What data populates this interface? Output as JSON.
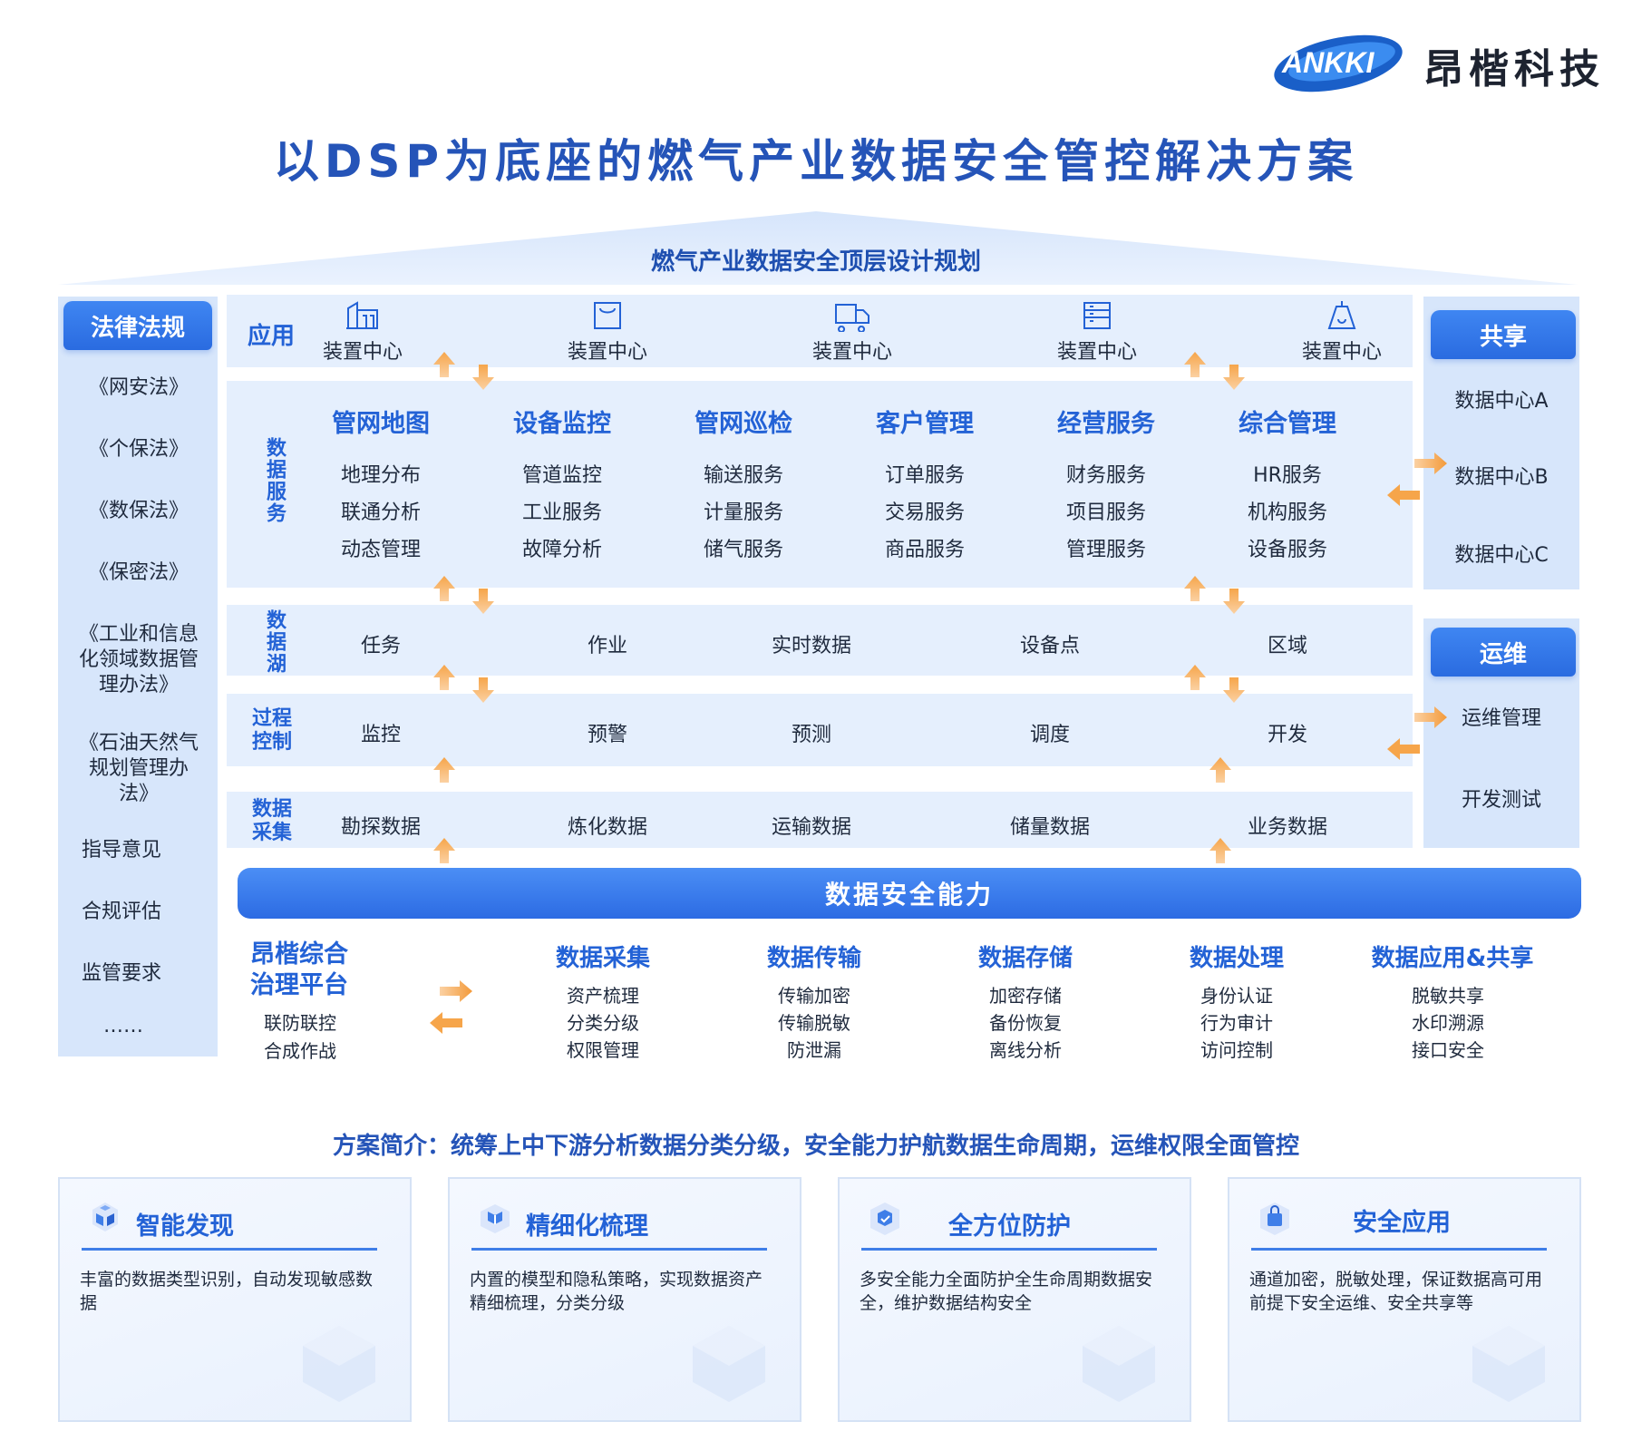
{
  "brand": {
    "logo_text": "ANKKI",
    "name": "昂楷科技"
  },
  "title": "以DSP为底座的燃气产业数据安全管控解决方案",
  "roof_title": "燃气产业数据安全顶层设计规划",
  "laws": {
    "header": "法律法规",
    "items": [
      "《网安法》",
      "《个保法》",
      "《数保法》",
      "《保密法》",
      "《工业和信息化领域数据管理办法》",
      "《石油天然气规划管理办法》",
      "指导意见",
      "合规评估",
      "监管要求",
      "……"
    ]
  },
  "app_layer": {
    "label": "应用",
    "items": [
      {
        "label": "装置中心",
        "icon": "building-icon"
      },
      {
        "label": "装置中心",
        "icon": "bag-icon"
      },
      {
        "label": "装置中心",
        "icon": "truck-icon"
      },
      {
        "label": "装置中心",
        "icon": "cabinet-icon"
      },
      {
        "label": "装置中心",
        "icon": "gas-tank-icon"
      }
    ]
  },
  "data_services": {
    "label": "数据服务",
    "columns": [
      {
        "title": "管网地图",
        "items": [
          "地理分布",
          "联通分析",
          "动态管理"
        ]
      },
      {
        "title": "设备监控",
        "items": [
          "管道监控",
          "工业服务",
          "故障分析"
        ]
      },
      {
        "title": "管网巡检",
        "items": [
          "输送服务",
          "计量服务",
          "储气服务"
        ]
      },
      {
        "title": "客户管理",
        "items": [
          "订单服务",
          "交易服务",
          "商品服务"
        ]
      },
      {
        "title": "经营服务",
        "items": [
          "财务服务",
          "项目服务",
          "管理服务"
        ]
      },
      {
        "title": "综合管理",
        "items": [
          "HR服务",
          "机构服务",
          "设备服务"
        ]
      }
    ]
  },
  "data_lake": {
    "label": "数据湖",
    "items": [
      "任务",
      "作业",
      "实时数据",
      "设备点",
      "区域"
    ]
  },
  "process_control": {
    "label": "过程控制",
    "items": [
      "监控",
      "预警",
      "预测",
      "调度",
      "开发"
    ]
  },
  "data_collection": {
    "label": "数据采集",
    "items": [
      "勘探数据",
      "炼化数据",
      "运输数据",
      "储量数据",
      "业务数据"
    ]
  },
  "share": {
    "header": "共享",
    "items": [
      "数据中心A",
      "数据中心B",
      "数据中心C"
    ]
  },
  "ops": {
    "header": "运维",
    "items": [
      "运维管理",
      "开发测试"
    ]
  },
  "security": {
    "bar_title": "数据安全能力",
    "platform": {
      "title_line1": "昂楷综合",
      "title_line2": "治理平台",
      "items": [
        "联防联控",
        "合成作战"
      ]
    },
    "columns": [
      {
        "title": "数据采集",
        "items": [
          "资产梳理",
          "分类分级",
          "权限管理"
        ]
      },
      {
        "title": "数据传输",
        "items": [
          "传输加密",
          "传输脱敏",
          "防泄漏"
        ]
      },
      {
        "title": "数据存储",
        "items": [
          "加密存储",
          "备份恢复",
          "离线分析"
        ]
      },
      {
        "title": "数据处理",
        "items": [
          "身份认证",
          "行为审计",
          "访问控制"
        ]
      },
      {
        "title": "数据应用&共享",
        "items": [
          "脱敏共享",
          "水印溯源",
          "接口安全"
        ]
      }
    ]
  },
  "summary": "方案简介：统筹上中下游分析数据分类分级，安全能力护航数据生命周期，运维权限全面管控",
  "cards": [
    {
      "title": "智能发现",
      "text": "丰富的数据类型识别，自动发现敏感数据"
    },
    {
      "title": "精细化梳理",
      "text": "内置的模型和隐私策略，实现数据资产精细梳理，分类分级"
    },
    {
      "title": "全方位防护",
      "text": "多安全能力全面防护全生命周期数据安全，维护数据结构安全"
    },
    {
      "title": "安全应用",
      "text": "通道加密，脱敏处理，保证数据高可用前提下安全运维、安全共享等"
    }
  ],
  "colors": {
    "primary": "#2362d6",
    "panel": "#d7e6fb",
    "arrow": "#f29a3a"
  }
}
